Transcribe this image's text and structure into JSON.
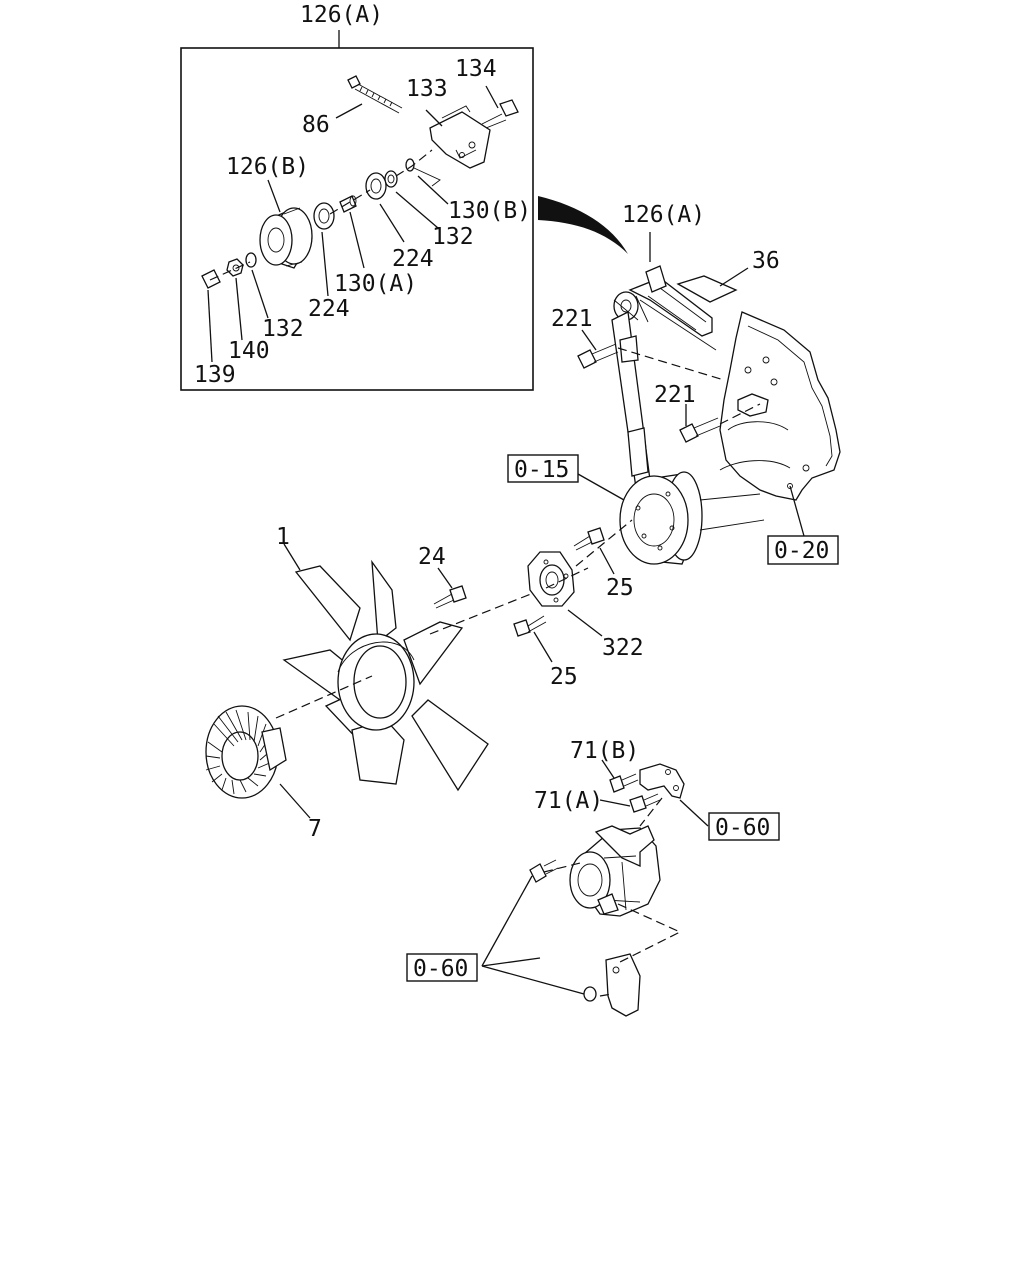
{
  "labels": {
    "inset_title": "126(A)",
    "l86": "86",
    "l133": "133",
    "l134": "134",
    "l126b": "126(B)",
    "l130b": "130(B)",
    "l132_a": "132",
    "l224_a": "224",
    "l130a": "130(A)",
    "l224_b": "224",
    "l132_b": "132",
    "l140": "140",
    "l139": "139",
    "l126a_main": "126(A)",
    "l36": "36",
    "l221_a": "221",
    "l221_b": "221",
    "l1": "1",
    "l24": "24",
    "l25_a": "25",
    "l25_b": "25",
    "l322": "322",
    "l7": "7",
    "l71b": "71(B)",
    "l71a": "71(A)"
  },
  "refs": {
    "r015": "0-15",
    "r020": "0-20",
    "r060_a": "0-60",
    "r060_b": "0-60"
  }
}
